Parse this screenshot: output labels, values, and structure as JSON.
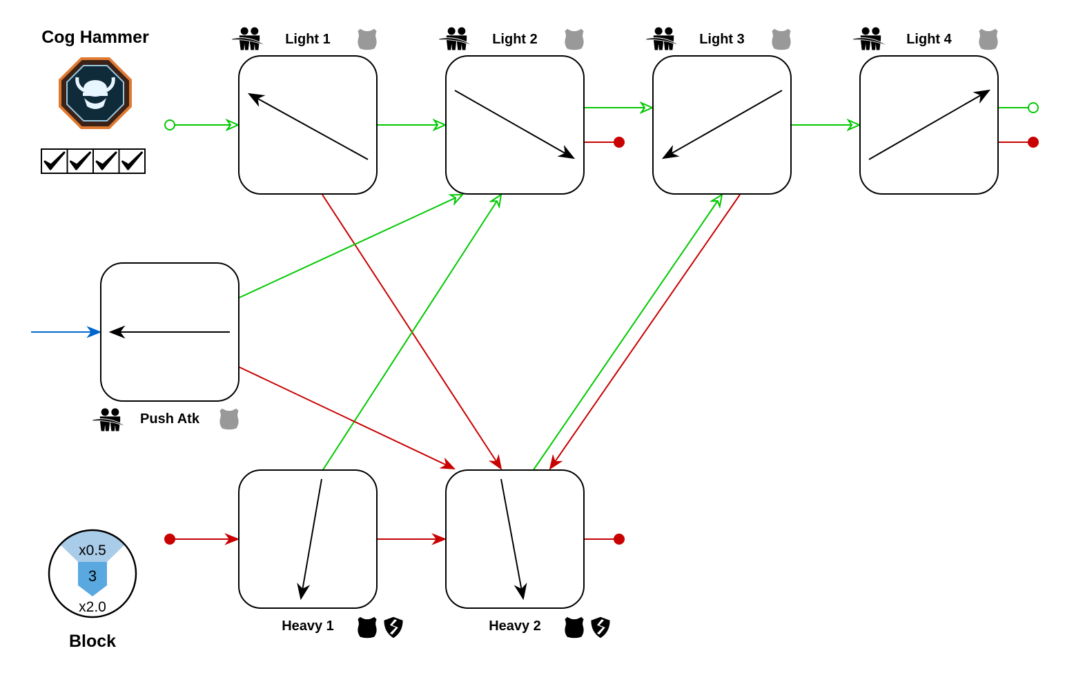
{
  "weapon": {
    "name": "Cog Hammer",
    "icon": "dwarf-helmet-icon",
    "checks": [
      true,
      true,
      true,
      true
    ]
  },
  "nodes": [
    {
      "id": "light1",
      "label": "Light 1",
      "direction": "up-left",
      "stance_icon": "sweep-attack-icon",
      "armor_icons": [
        "light-armor-icon"
      ]
    },
    {
      "id": "light2",
      "label": "Light 2",
      "direction": "down-right",
      "stance_icon": "sweep-attack-icon",
      "armor_icons": [
        "light-armor-icon"
      ]
    },
    {
      "id": "light3",
      "label": "Light 3",
      "direction": "down-left",
      "stance_icon": "sweep-attack-icon",
      "armor_icons": [
        "light-armor-icon"
      ]
    },
    {
      "id": "light4",
      "label": "Light 4",
      "direction": "up-right",
      "stance_icon": "sweep-attack-icon",
      "armor_icons": [
        "light-armor-icon"
      ]
    },
    {
      "id": "push",
      "label": "Push Atk",
      "direction": "left",
      "stance_icon": "sweep-attack-icon",
      "armor_icons": [
        "light-armor-icon"
      ]
    },
    {
      "id": "heavy1",
      "label": "Heavy 1",
      "direction": "down",
      "stance_icon": null,
      "armor_icons": [
        "heavy-armor-icon",
        "armor-break-icon"
      ]
    },
    {
      "id": "heavy2",
      "label": "Heavy 2",
      "direction": "down",
      "stance_icon": null,
      "armor_icons": [
        "heavy-armor-icon",
        "armor-break-icon"
      ]
    }
  ],
  "edges": [
    {
      "from": "start-light",
      "to": "light1",
      "type": "light"
    },
    {
      "from": "light1",
      "to": "light2",
      "type": "light"
    },
    {
      "from": "light2",
      "to": "light3",
      "type": "light"
    },
    {
      "from": "light3",
      "to": "light4",
      "type": "light"
    },
    {
      "from": "light4",
      "to": "end-light",
      "type": "light"
    },
    {
      "from": "light2",
      "to": "end-heavy",
      "type": "heavy"
    },
    {
      "from": "light4",
      "to": "end-heavy",
      "type": "heavy"
    },
    {
      "from": "light1",
      "to": "heavy2",
      "type": "heavy"
    },
    {
      "from": "light3",
      "to": "heavy2",
      "type": "heavy"
    },
    {
      "from": "push",
      "to": "light2",
      "type": "light"
    },
    {
      "from": "push",
      "to": "heavy2",
      "type": "heavy"
    },
    {
      "from": "heavy1",
      "to": "light2",
      "type": "light"
    },
    {
      "from": "heavy2",
      "to": "light3",
      "type": "light"
    },
    {
      "from": "start-heavy",
      "to": "heavy1",
      "type": "heavy"
    },
    {
      "from": "heavy1",
      "to": "heavy2",
      "type": "heavy"
    },
    {
      "from": "heavy2",
      "to": "end-heavy",
      "type": "heavy"
    },
    {
      "from": "block-input",
      "to": "push",
      "type": "push"
    }
  ],
  "colors": {
    "light": "#00c800",
    "heavy": "#c80000",
    "push": "#0066cc",
    "armor_light": "#999999",
    "armor_heavy": "#000000",
    "block_top": "#a9cce9",
    "block_mid": "#5aa8e0"
  },
  "block": {
    "label": "Block",
    "top_multiplier": "x0.5",
    "value": "3",
    "bottom_multiplier": "x2.0"
  }
}
